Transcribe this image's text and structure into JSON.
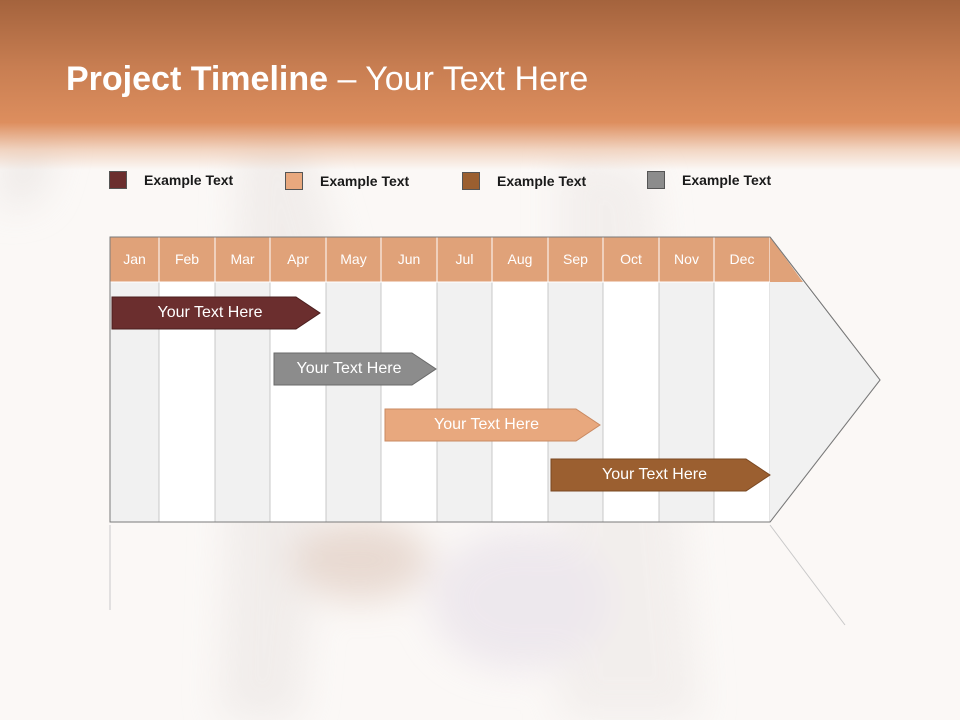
{
  "title": {
    "bold": "Project Timeline",
    "rest": " – Your Text Here"
  },
  "colors": {
    "dark_red": "#6b2e2e",
    "peach": "#e8a87e",
    "brown": "#9b5f30",
    "gray": "#8c8c8c",
    "month_header": "#e0a279"
  },
  "legend": [
    {
      "label": "Example Text",
      "color": "#6b2e2e"
    },
    {
      "label": "Example Text",
      "color": "#e8a87e"
    },
    {
      "label": "Example Text",
      "color": "#9b5f30"
    },
    {
      "label": "Example Text",
      "color": "#8c8c8c"
    }
  ],
  "months": [
    "Jan",
    "Feb",
    "Mar",
    "Apr",
    "May",
    "Jun",
    "Jul",
    "Aug",
    "Sep",
    "Oct",
    "Nov",
    "Dec"
  ],
  "bars": [
    {
      "label": "Your  Text Here",
      "color": "#6b2e2e"
    },
    {
      "label": "Your  Text Here",
      "color": "#8c8c8c"
    },
    {
      "label": "Your  Text Here",
      "color": "#e8a87e"
    },
    {
      "label": "Your  Text Here",
      "color": "#9b5f30"
    }
  ]
}
